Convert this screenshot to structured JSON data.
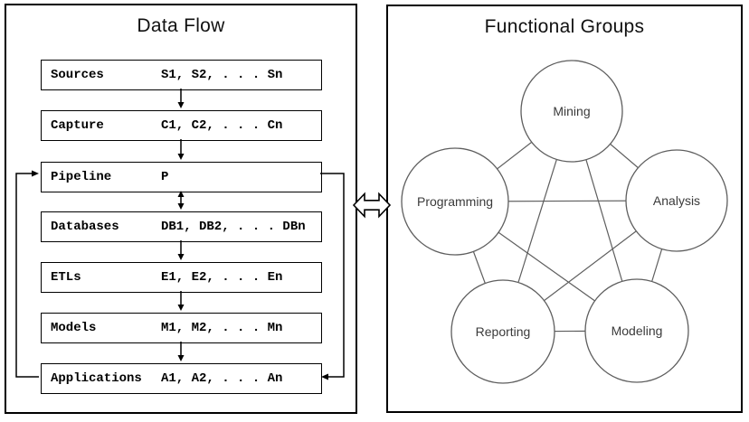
{
  "left_panel": {
    "title": "Data Flow",
    "rows": [
      {
        "label": "Sources",
        "values": "S1, S2, . . . Sn"
      },
      {
        "label": "Capture",
        "values": "C1, C2, . . . Cn"
      },
      {
        "label": "Pipeline",
        "values": "P"
      },
      {
        "label": "Databases",
        "values": "DB1, DB2, . . . DBn"
      },
      {
        "label": "ETLs",
        "values": "E1, E2, . . . En"
      },
      {
        "label": "Models",
        "values": "M1, M2, . . . Mn"
      },
      {
        "label": "Applications",
        "values": "A1, A2, . . . An"
      }
    ]
  },
  "right_panel": {
    "title": "Functional Groups",
    "groups": [
      "Mining",
      "Programming",
      "Analysis",
      "Reporting",
      "Modeling"
    ]
  },
  "connector": {
    "icon": "bidirectional-arrow-icon",
    "meaning": "two-way link between Data Flow and Functional Groups"
  },
  "colors": {
    "panel_border": "#000000",
    "flow_ink": "#000000",
    "graph_ink": "#5e5e5e",
    "graph_text": "#3a3a3a",
    "background": "#ffffff"
  }
}
